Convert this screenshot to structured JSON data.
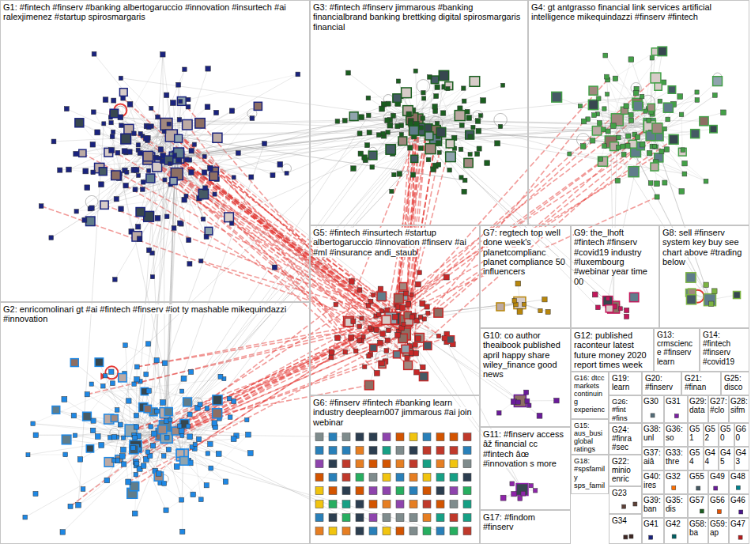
{
  "diagram": {
    "nodes": [
      {
        "text": [
          "G1: #fintech #finserv #banking albertogaruccio #innovation #insurtech #ai ralexjimenez #startup spirosmargaris"
        ]
      },
      {
        "text": [
          "G3: #fintech #finserv jimmarous #banking financialbrand banking brettking digital spirosmargaris financial"
        ]
      },
      {
        "text": [
          "G4: gt antgrasso financial link services artificial intelligence mikequindazzi #finserv #fintech"
        ]
      },
      {
        "text": [
          "G2: enricomolinari gt #ai #fintech #finserv #iot ty mashable mikequindazzi #innovation"
        ]
      },
      {
        "text": [
          "G5: #fintech #insurtech #startup albertogaruccio #innovation #finserv #ai #ml #insurance andi_staub"
        ]
      },
      {
        "text": [
          "G7: regtech top well done week's planetcomplianc planet compliance 50 influencers"
        ]
      },
      {
        "text": [
          "G9: the_lhoft #fintech #finserv #covid19 industry #luxembourg #webinar year time 00"
        ]
      },
      {
        "text": [
          "G8: sell #finserv system key buy see chart above #trading below"
        ]
      },
      {
        "text": [
          "G6: #finserv #fintech #banking learn industry deeplearn007 jimmarous #ai join webinar"
        ]
      },
      {
        "text": [
          "G10: co author theaibook published april happy share wiley_finance good news"
        ]
      },
      {
        "text": [
          "G12: published raconteur latest future money 2020 report times week"
        ]
      },
      {
        "text": [
          "G13: crmscience #finserv learn"
        ]
      },
      {
        "text": [
          "G14: #fintech #finserv #covid19"
        ]
      },
      {
        "text": [
          "G16: dtcc markets continuing experienc"
        ]
      },
      {
        "text": [
          "G19: learn"
        ]
      },
      {
        "text": [
          "G20: #finserv"
        ]
      },
      {
        "text": [
          "G21: #finan"
        ]
      },
      {
        "text": [
          "G25: disco"
        ]
      },
      {
        "text": [
          "G26: #fint #fins"
        ]
      },
      {
        "text": [
          "G30"
        ]
      },
      {
        "text": [
          "G31"
        ]
      },
      {
        "text": [
          "G29: data"
        ]
      },
      {
        "text": [
          "G27: #clo"
        ]
      },
      {
        "text": [
          "G28: sifm"
        ]
      },
      {
        "text": [
          "G15: aus_busi global ratings"
        ]
      },
      {
        "text": [
          "G24: #finra #sec"
        ]
      },
      {
        "text": [
          "G38: unl"
        ]
      },
      {
        "text": [
          "G36: so"
        ]
      },
      {
        "text": [
          "G51"
        ]
      },
      {
        "text": [
          "G52"
        ]
      },
      {
        "text": [
          "G50"
        ]
      },
      {
        "text": [
          "G60"
        ]
      },
      {
        "text": [
          "G37: aiâ"
        ]
      },
      {
        "text": [
          "G33: thre"
        ]
      },
      {
        "text": [
          "G54"
        ]
      },
      {
        "text": [
          "G44"
        ]
      },
      {
        "text": [
          "G45"
        ]
      },
      {
        "text": [
          "G43"
        ]
      },
      {
        "text": [
          "G18: #spsfamily sps_famil"
        ]
      },
      {
        "text": [
          "G22: minio enric"
        ]
      },
      {
        "text": [
          "G40: ires"
        ]
      },
      {
        "text": [
          "G32"
        ]
      },
      {
        "text": [
          "G55"
        ]
      },
      {
        "text": [
          "G49"
        ]
      },
      {
        "text": [
          "G48"
        ]
      },
      {
        "text": [
          "G23"
        ]
      },
      {
        "text": [
          "G39: ban"
        ]
      },
      {
        "text": [
          "G35: dis"
        ]
      },
      {
        "text": [
          "G57"
        ]
      },
      {
        "text": [
          "G56"
        ]
      },
      {
        "text": [
          "G46"
        ]
      },
      {
        "text": [
          "G11: #finserv access âž financial cc #fintech âœ #innovation s more"
        ]
      },
      {
        "text": [
          "G17: #findom #finserv"
        ]
      },
      {
        "text": [
          "G34"
        ]
      },
      {
        "text": [
          "G41"
        ]
      },
      {
        "text": [
          "G42"
        ]
      },
      {
        "text": [
          "G58: ba"
        ]
      },
      {
        "text": [
          "G59: ap"
        ]
      },
      {
        "text": [
          "G47"
        ]
      }
    ]
  }
}
